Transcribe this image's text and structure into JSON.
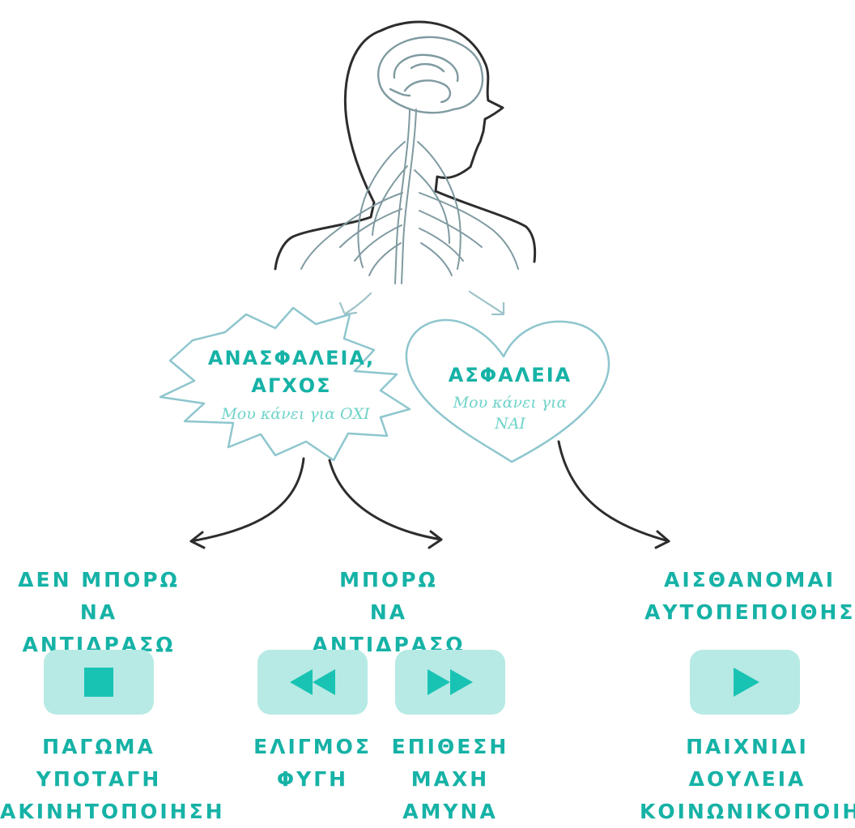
{
  "colors": {
    "accent": "#16b2a6",
    "button_bg": "#b7eae4",
    "icon": "#19c3b4",
    "ink": "#2d2d2d"
  },
  "insecurity": {
    "title_line1": "ΑΝΑΣΦΑΛΕΙΑ,",
    "title_line2": "ΑΓΧΟΣ",
    "subtitle": "Μου κάνει για ΟΧΙ"
  },
  "security": {
    "title": "ΑΣΦΑΛΕΙΑ",
    "subtitle_line1": "Μου κάνει για",
    "subtitle_line2": "ΝΑΙ"
  },
  "columns": [
    {
      "heading_line1": "ΔΕΝ ΜΠΟΡΩ",
      "heading_line2": "ΝΑ ΑΝΤΙΔΡΑΣΩ"
    },
    {
      "heading_line1": "ΜΠΟΡΩ",
      "heading_line2": "ΝΑ ΑΝΤΙΔΡΑΣΩ"
    },
    {
      "heading_line1": "ΑΙΣΘΑΝΟΜΑΙ",
      "heading_line2": "ΑΥΤΟΠΕΠΟΙΘΗΣΗ"
    }
  ],
  "buttons": [
    {
      "icon": "stop-icon",
      "lines": [
        "ΠΑΓΩΜΑ",
        "ΥΠΟΤΑΓΗ",
        "ΑΚΙΝΗΤΟΠΟΙΗΣΗ"
      ]
    },
    {
      "icon": "rewind-icon",
      "lines": [
        "ΕΛΙΓΜΟΣ",
        "ΦΥΓΗ"
      ]
    },
    {
      "icon": "fast-forward-icon",
      "lines": [
        "ΕΠΙΘΕΣΗ",
        "ΜΑΧΗ",
        "ΑΜΥΝΑ"
      ]
    },
    {
      "icon": "play-icon",
      "lines": [
        "ΠΑΙΧΝΙΔΙ",
        "ΔΟΥΛΕΙΑ",
        "ΚΟΙΝΩΝΙΚΟΠΟΙΗΣΗ"
      ]
    }
  ]
}
